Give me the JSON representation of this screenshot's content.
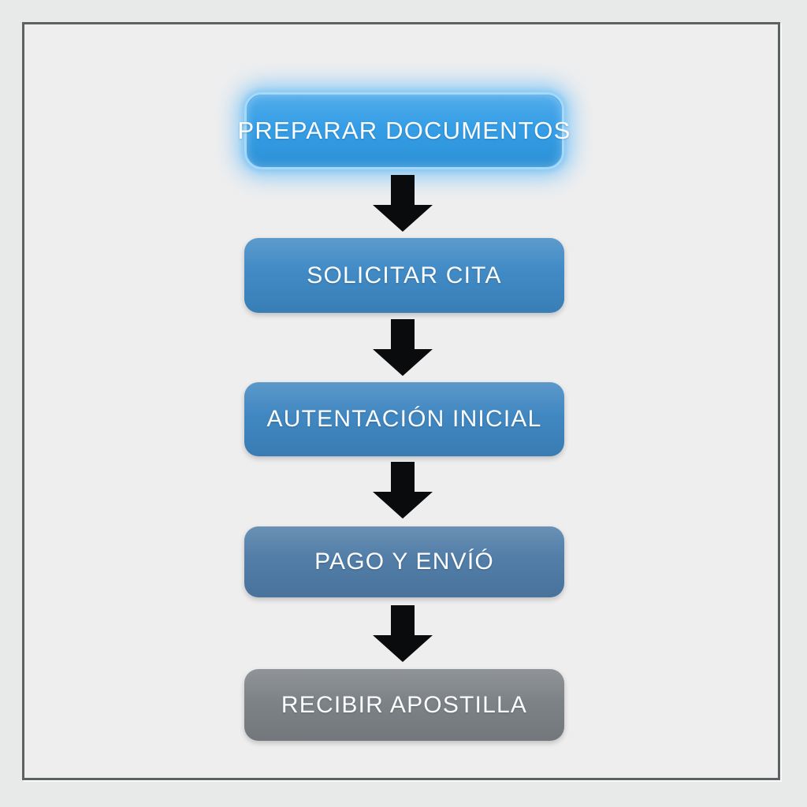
{
  "flowchart": {
    "steps": [
      {
        "label": "PREPARAR DOCUMENTOS",
        "fill": "#319ce6",
        "state": "highlighted-glow"
      },
      {
        "label": "SOLICITAR CITA",
        "fill": "#3d88c4",
        "state": "default"
      },
      {
        "label": "AUTENTACIÓN INICIAL",
        "fill": "#3d85c0",
        "state": "default"
      },
      {
        "label": "PAGO Y ENVÍÓ",
        "fill": "#4e7ba6",
        "state": "default"
      },
      {
        "label": "RECIBIR APOSTILLA",
        "fill": "#7b8084",
        "state": "default"
      }
    ],
    "connectors": {
      "shape": "block-arrow-down",
      "count": 4,
      "color": "#0a0b0d"
    },
    "colors": {
      "background_outer": "#e8e9e9",
      "background_inner": "#eeeeef",
      "frame_border": "#5d6164",
      "glow": "#86c8f5",
      "active_border": "#a6d8f8",
      "label_text": "#fbfdfe"
    }
  }
}
